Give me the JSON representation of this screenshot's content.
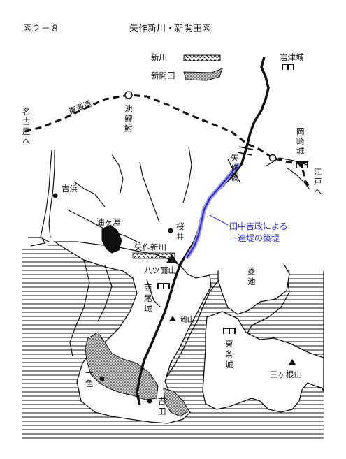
{
  "figure": {
    "number": "図２－８",
    "title": "矢作新川・新開田図"
  },
  "legend": {
    "new_river": "新川",
    "new_paddy": "新開田"
  },
  "labels": {
    "iwazu_castle": "岩津城",
    "tokaido": "東海道",
    "chiryu": [
      "池",
      "鯉",
      "鮒"
    ],
    "nagoya": [
      "名",
      "古",
      "屋",
      "へ"
    ],
    "okazaki_castle": [
      "岡",
      "崎",
      "城"
    ],
    "yahagi_bridge": [
      "矢",
      "作",
      "橋"
    ],
    "edo": [
      "江",
      "戸",
      "へ"
    ],
    "yoshihama": "吉浜",
    "aburagafuchi": "油ヶ淵",
    "sakurai": [
      "桜",
      "井"
    ],
    "yahagi_shinkawa": "矢作新川",
    "hachitsuomote": "八ツ面山",
    "nishio_castle": [
      "西",
      "尾",
      "城"
    ],
    "okayama": "岡山",
    "hishiike": [
      "菱",
      "池"
    ],
    "tojo_castle": [
      "東",
      "条",
      "城"
    ],
    "sangane": "三ヶ根山",
    "isshiki": [
      "一",
      "色"
    ],
    "yoshida": [
      "吉",
      "田"
    ]
  },
  "annotation": {
    "line1": "田中吉政による",
    "line2": "一連堤の築堤"
  },
  "colors": {
    "ink": "#111111",
    "embankment": "#2a2ad0",
    "embankment_glow": "#9a9ae8",
    "paddy_fill": "#d0d0d0"
  }
}
